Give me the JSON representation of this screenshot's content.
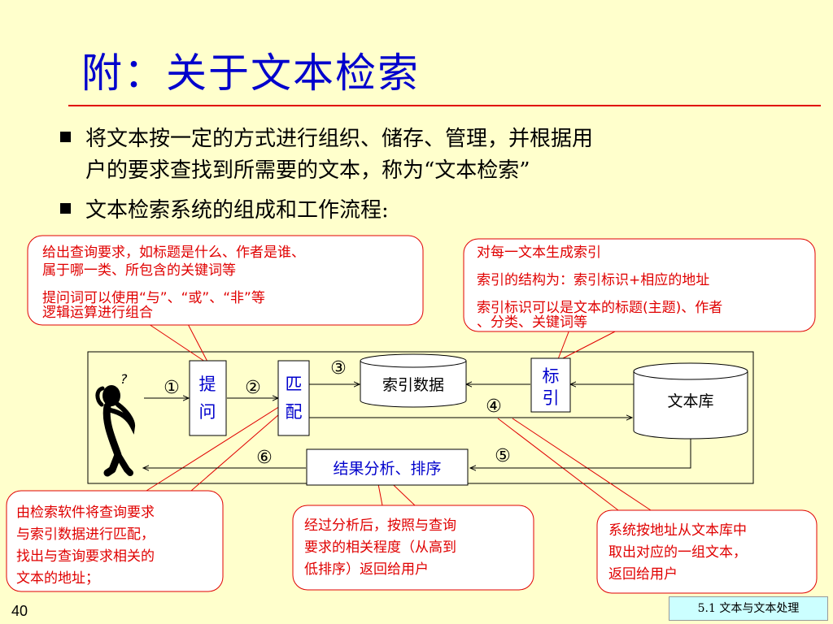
{
  "slide": {
    "title": "附：关于文本检索",
    "bullets": [
      {
        "line1": "将文本按一定的方式进行组织、储存、管理，并根据用",
        "line2": "户的要求查找到所需要的文本，称为“文本检索”"
      },
      {
        "line1": "文本检索系统的组成和工作流程:",
        "line2": ""
      }
    ],
    "page_number": "40",
    "footer": "5.1 文本与文本处理"
  },
  "diagram": {
    "nodes": {
      "ask": [
        "提",
        "问"
      ],
      "match": [
        "匹",
        "配"
      ],
      "index_data": "索引数据",
      "label": [
        "标",
        "引"
      ],
      "text_db": "文本库",
      "result": "结果分析、排序"
    },
    "steps": [
      "①",
      "②",
      "③",
      "④",
      "⑤",
      "⑥"
    ],
    "callouts": {
      "query": [
        "给出查询要求，如标题是什么、作者是谁、",
        "属于哪一类、所包含的关键词等",
        "提问词可以使用“与”、“或”、“非”等",
        "逻辑运算进行组合"
      ],
      "index": [
        "对每一文本生成索引",
        "索引的结构为：索引标识+相应的地址",
        "索引标识可以是文本的标题(主题)、作者",
        "、分类、关键词等"
      ],
      "match": [
        "由检索软件将查询要求",
        "与索引数据进行匹配，",
        "找出与查询要求相关的",
        "文本的地址；"
      ],
      "sort": [
        "经过分析后，按照与查询",
        "要求的相关程度（从高到",
        "低排序）返回给用户"
      ],
      "fetch": [
        "系统按地址从文本库中",
        "取出对应的一组文本，",
        "返回给用户"
      ]
    },
    "person_thought": "?"
  },
  "colors": {
    "background": "#FFFFCC",
    "title": "#0000CC",
    "accent_red": "#E00000",
    "node_text": "#0000CC",
    "callout_text": "#E00000"
  }
}
